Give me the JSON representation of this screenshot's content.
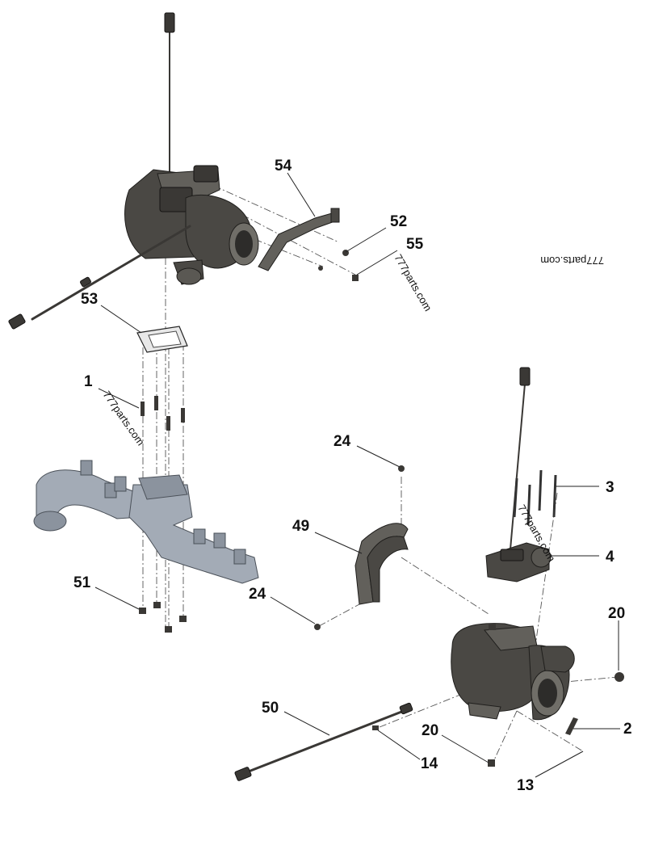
{
  "callouts": {
    "c1": "1",
    "c2": "2",
    "c3": "3",
    "c4": "4",
    "c13": "13",
    "c14": "14",
    "c20a": "20",
    "c20b": "20",
    "c24a": "24",
    "c24b": "24",
    "c49": "49",
    "c50": "50",
    "c51": "51",
    "c52": "52",
    "c53": "53",
    "c54": "54",
    "c55": "55"
  },
  "watermarks": {
    "w1": "777parts.com",
    "w2": "777parts.com",
    "w3": "777parts.com",
    "w4": "777parts.com"
  },
  "colors": {
    "part_dark": "#4a4844",
    "manifold_blue": "#a3abb6",
    "text": "#111111"
  }
}
